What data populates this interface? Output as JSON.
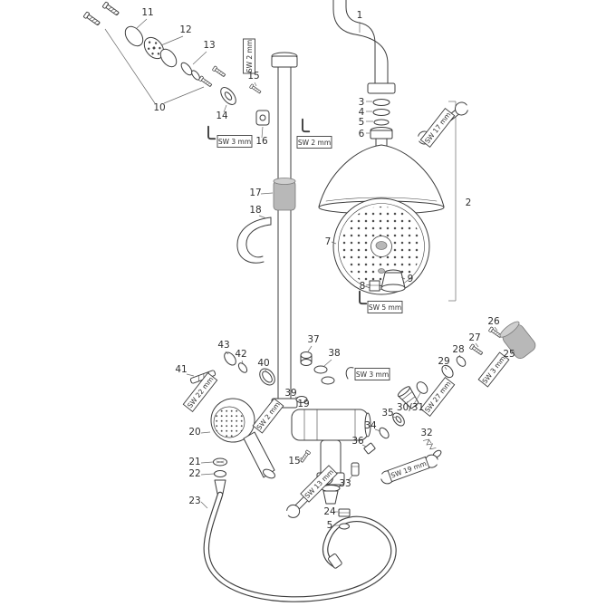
{
  "diagram": {
    "background_color": "#ffffff",
    "line_color": "#3d3d3d",
    "metal_color": "#b8b8b8",
    "parts": {
      "n1": "1",
      "n2": "2",
      "n3": "3",
      "n4": "4",
      "n5": "5",
      "n6": "6",
      "n7": "7",
      "n8": "8",
      "n9": "9",
      "n10": "10",
      "n11": "11",
      "n12": "12",
      "n13": "13",
      "n14": "14",
      "n15": "15",
      "n16": "16",
      "n17": "17",
      "n18": "18",
      "n19": "19",
      "n20": "20",
      "n21": "21",
      "n22": "22",
      "n23": "23",
      "n24": "24",
      "n25": "25",
      "n26": "26",
      "n27": "27",
      "n28": "28",
      "n29": "29",
      "n30_31": "30/31",
      "n32": "32",
      "n33": "33",
      "n34": "34",
      "n35": "35",
      "n36": "36",
      "n37": "37",
      "n38": "38",
      "n39": "39",
      "n40": "40",
      "n41": "41",
      "n42": "42",
      "n43": "43",
      "n5_hose": "5",
      "n15_body": "15"
    },
    "tools": {
      "sw2_wall": "SW 2 mm",
      "sw3_wall": "SW 3 mm",
      "sw2_arm": "SW 2 mm",
      "sw17_head": "SW 17 mm",
      "sw5_head": "SW 5 mm",
      "sw22_handle": "SW 22 mm",
      "sw3_body": "SW 3 mm",
      "sw27_cartridge": "SW 27 mm",
      "sw3_knob": "SW 3 mm",
      "sw2_hand": "SW 2 mm",
      "sw19_union": "SW 19 mm",
      "sw13_screw": "SW 13 mm"
    }
  }
}
